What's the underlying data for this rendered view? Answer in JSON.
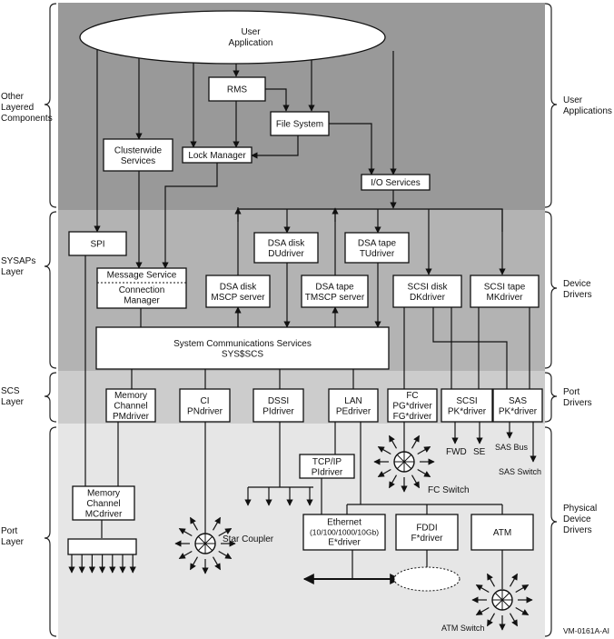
{
  "figure_id": "VM-0161A-AI",
  "layers": {
    "left": [
      {
        "id": "other",
        "lines": [
          "Other",
          "Layered",
          "Components"
        ]
      },
      {
        "id": "sysaps",
        "lines": [
          "SYSAPs",
          "Layer"
        ]
      },
      {
        "id": "scs",
        "lines": [
          "SCS",
          "Layer"
        ]
      },
      {
        "id": "port",
        "lines": [
          "Port",
          "Layer"
        ]
      }
    ],
    "right": [
      {
        "id": "user-apps",
        "lines": [
          "User",
          "Applications"
        ]
      },
      {
        "id": "device-drivers",
        "lines": [
          "Device",
          "Drivers"
        ]
      },
      {
        "id": "port-drivers",
        "lines": [
          "Port",
          "Drivers"
        ]
      },
      {
        "id": "physical-device-drivers",
        "lines": [
          "Physical",
          "Device",
          "Drivers"
        ]
      }
    ]
  },
  "band_colors": {
    "user": "#999999",
    "sysaps": "#b3b3b3",
    "scs": "#cccccc",
    "port": "#e6e6e6"
  },
  "nodes": {
    "user_app": [
      "User",
      "Application"
    ],
    "rms": [
      "RMS"
    ],
    "file_system": [
      "File System"
    ],
    "clusterwide": [
      "Clusterwide",
      "Services"
    ],
    "lock_manager": [
      "Lock Manager"
    ],
    "io_services": [
      "I/O Services"
    ],
    "spi": [
      "SPI"
    ],
    "message_service": [
      "Message Service"
    ],
    "connection_manager": [
      "Connection",
      "Manager"
    ],
    "dsa_disk_du": [
      "DSA disk",
      "DUdriver"
    ],
    "dsa_tape_tu": [
      "DSA tape",
      "TUdriver"
    ],
    "dsa_disk_mscp": [
      "DSA disk",
      "MSCP server"
    ],
    "dsa_tape_tmscp": [
      "DSA tape",
      "TMSCP server"
    ],
    "scsi_disk": [
      "SCSI disk",
      "DKdriver"
    ],
    "scsi_tape": [
      "SCSI tape",
      "MKdriver"
    ],
    "scs": [
      "System Communications Services",
      "SYS$SCS"
    ],
    "mc_pm": [
      "Memory",
      "Channel",
      "PMdriver"
    ],
    "ci": [
      "CI",
      "PNdriver"
    ],
    "dssi": [
      "DSSI",
      "PIdriver"
    ],
    "lan": [
      "LAN",
      "PEdriver"
    ],
    "fc": [
      "FC",
      "PG*driver",
      "FG*driver"
    ],
    "scsi_pk": [
      "SCSI",
      "PK*driver"
    ],
    "sas_pk": [
      "SAS",
      "PK*driver"
    ],
    "tcpip": [
      "TCP/IP",
      "PIdriver"
    ],
    "mc_driver": [
      "Memory",
      "Channel",
      "MCdriver"
    ],
    "ethernet": [
      "Ethernet",
      "(10/100/1000/10Gb)",
      "E*driver"
    ],
    "fddi": [
      "FDDI",
      "F*driver"
    ],
    "atm": [
      "ATM"
    ]
  },
  "annotations": {
    "fwd": "FWD",
    "se": "SE",
    "sas_bus": "SAS Bus",
    "sas_switch": "SAS Switch",
    "fc_switch": "FC  Switch",
    "star_coupler": "Star Coupler",
    "atm_switch": "ATM Switch"
  }
}
